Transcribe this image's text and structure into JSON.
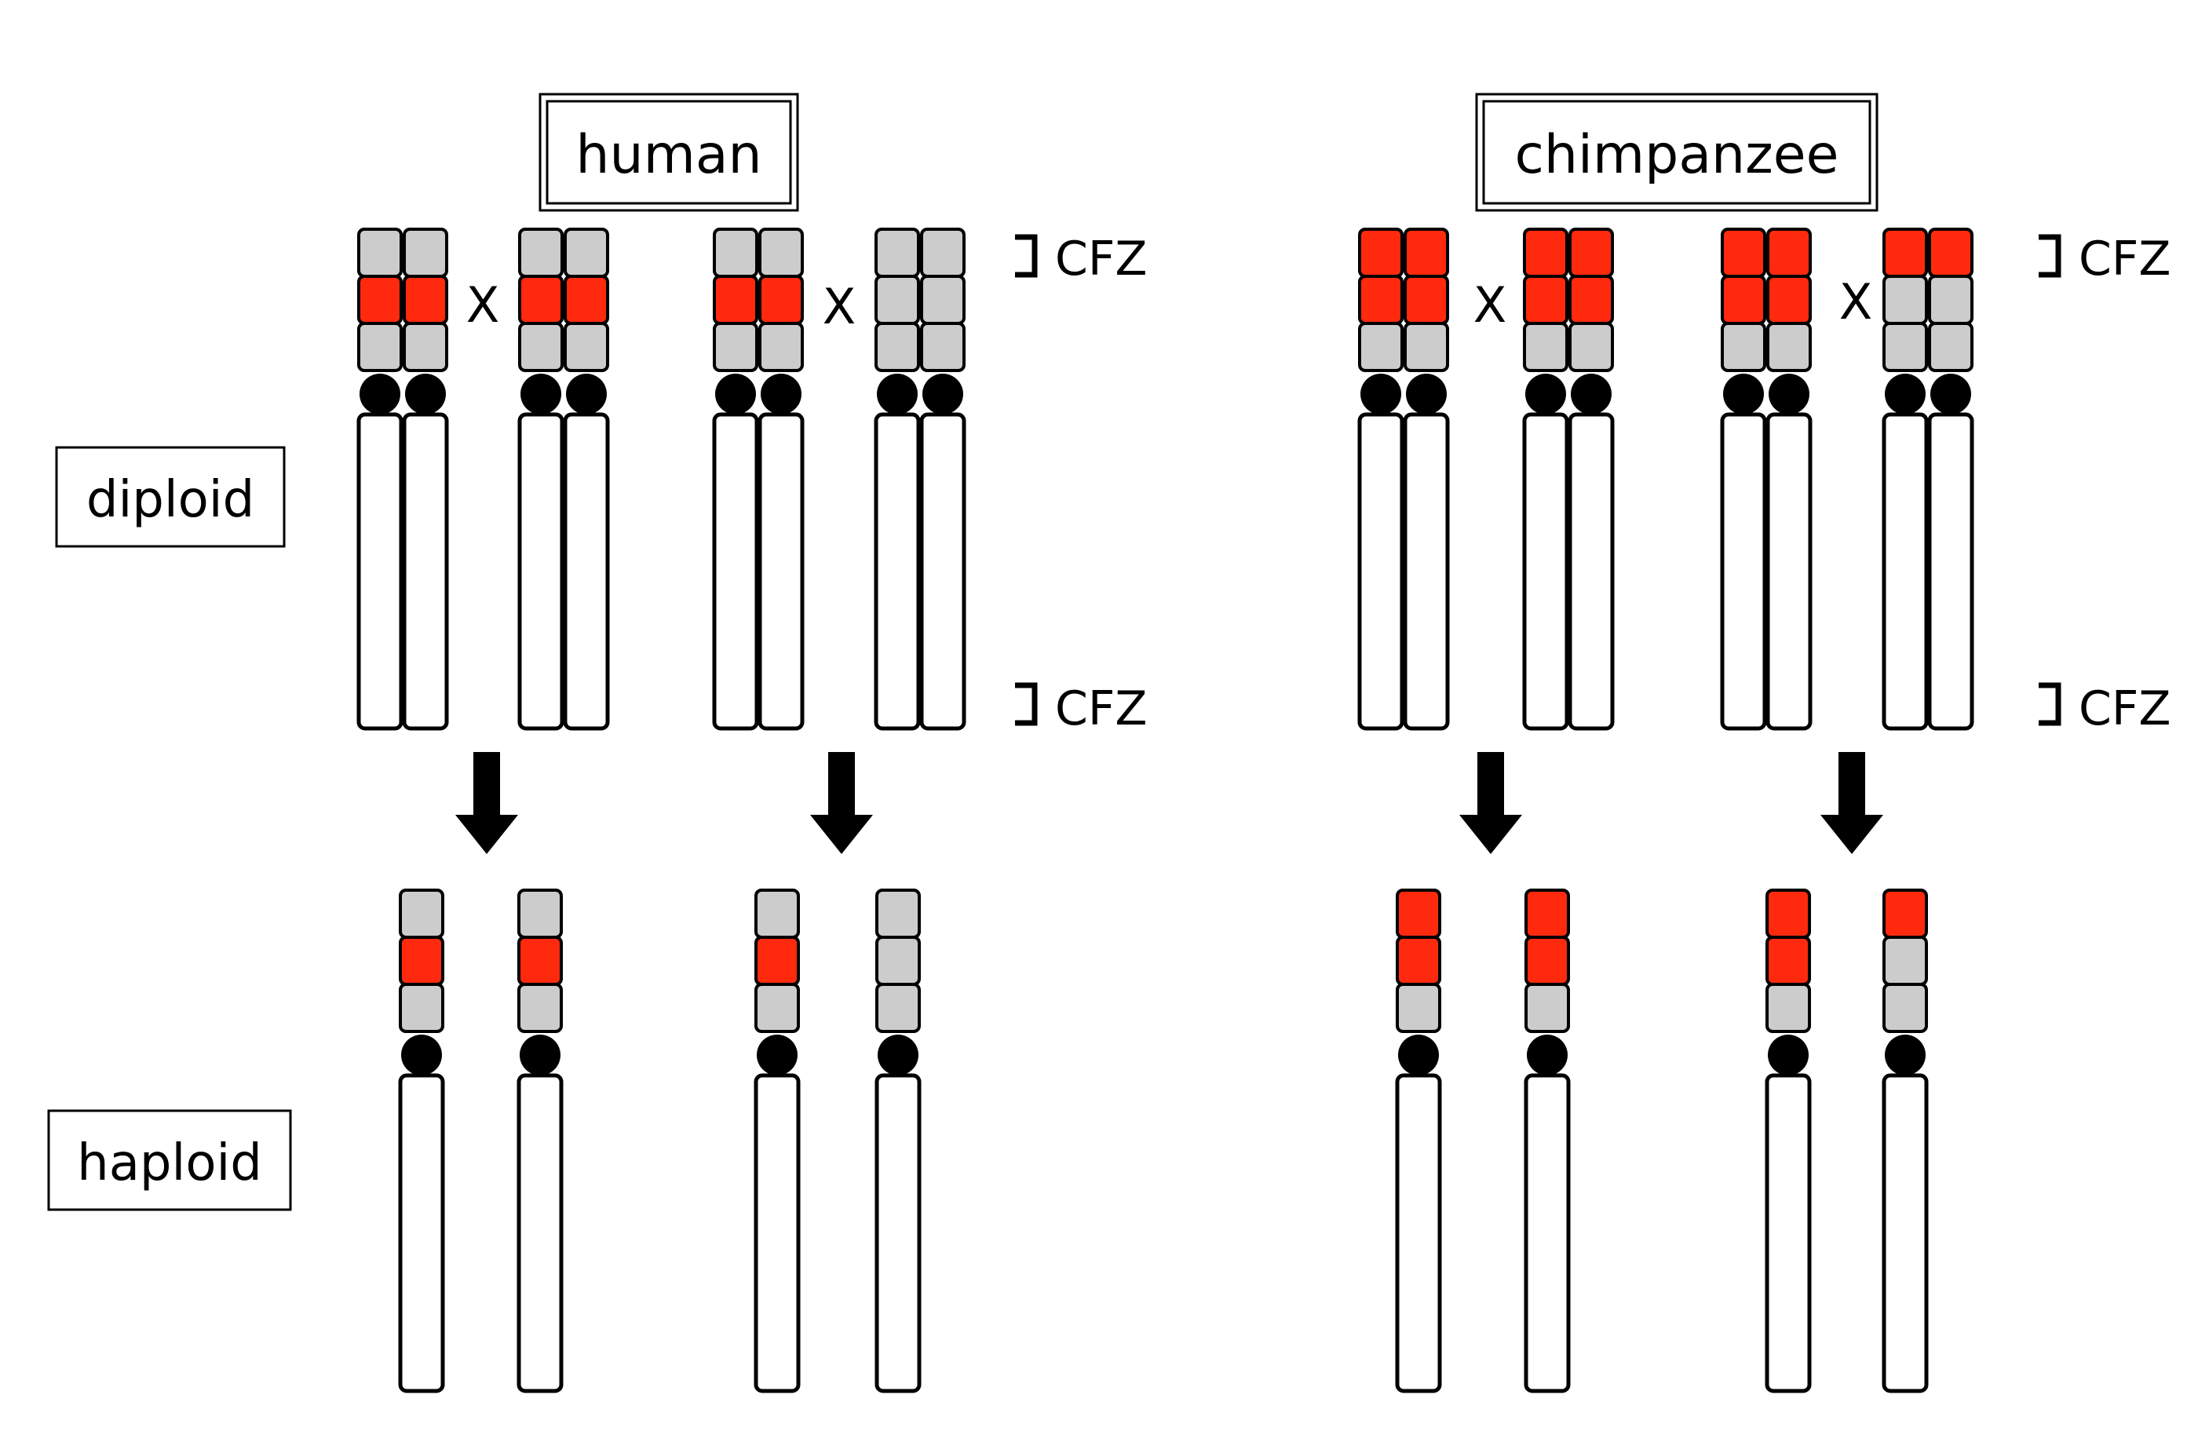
{
  "species": [
    {
      "id": "human",
      "label": "human",
      "left_pair_label": "X",
      "right_pair_label": "X"
    },
    {
      "id": "chimpanzee",
      "label": "chimpanzee",
      "left_pair_label": "X",
      "right_pair_label": "X"
    }
  ],
  "rows": {
    "diploid": "diploid",
    "haploid": "haploid"
  },
  "cfz_label": "CFZ",
  "colors": {
    "red": "#ff2a0e",
    "gray": "#cccccc",
    "outline": "#000000",
    "centromere": "#000000",
    "body": "#ffffff"
  },
  "chromosomes": {
    "human": {
      "diploid": [
        {
          "top": "gray",
          "middle": "red",
          "bottom": "gray"
        },
        {
          "top": "gray",
          "middle": "red",
          "bottom": "gray"
        },
        {
          "top": "gray",
          "middle": "red",
          "bottom": "gray"
        },
        {
          "top": "gray",
          "middle": "gray",
          "bottom": "gray"
        }
      ],
      "haploid": [
        {
          "top": "gray",
          "middle": "red",
          "bottom": "gray"
        },
        {
          "top": "gray",
          "middle": "red",
          "bottom": "gray"
        },
        {
          "top": "gray",
          "middle": "red",
          "bottom": "gray"
        },
        {
          "top": "gray",
          "middle": "gray",
          "bottom": "gray"
        }
      ]
    },
    "chimpanzee": {
      "diploid": [
        {
          "top": "red",
          "middle": "red",
          "bottom": "gray"
        },
        {
          "top": "red",
          "middle": "red",
          "bottom": "gray"
        },
        {
          "top": "red",
          "middle": "red",
          "bottom": "gray"
        },
        {
          "top": "red",
          "middle": "gray",
          "bottom": "gray"
        }
      ],
      "haploid": [
        {
          "top": "red",
          "middle": "red",
          "bottom": "gray"
        },
        {
          "top": "red",
          "middle": "red",
          "bottom": "gray"
        },
        {
          "top": "red",
          "middle": "red",
          "bottom": "gray"
        },
        {
          "top": "red",
          "middle": "gray",
          "bottom": "gray"
        }
      ]
    }
  }
}
